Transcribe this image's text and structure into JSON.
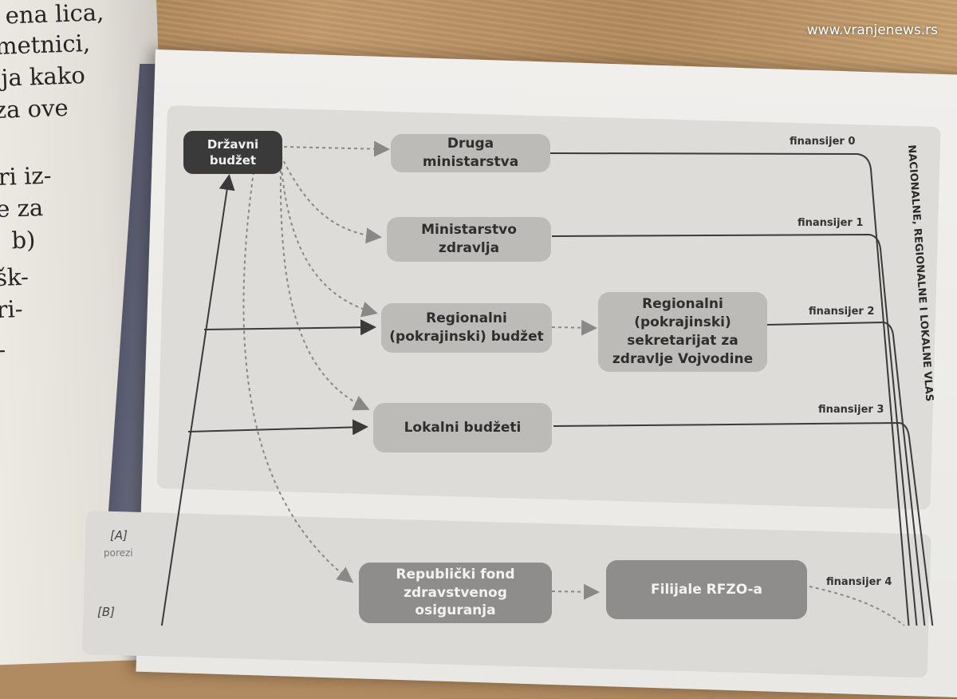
{
  "watermark": "www.vranjenews.rs",
  "left_page": {
    "lines": [
      "ena lica,",
      "metnici,",
      "ja kako",
      "za ove",
      "ri iz-",
      "e za",
      "b)",
      "šk-",
      "ri-",
      "-"
    ]
  },
  "diagram": {
    "source_node": {
      "line1": "Državni",
      "line2": "budžet"
    },
    "nodes": {
      "druga": {
        "label": "Druga ministarstva"
      },
      "ministarstvo": {
        "line1": "Ministarstvo",
        "line2": "zdravlja"
      },
      "regionalni": {
        "line1": "Regionalni",
        "line2": "(pokrajinski) budžet"
      },
      "sekretarijat": {
        "line1": "Regionalni",
        "line2": "(pokrajinski)",
        "line3": "sekretarijat za",
        "line4": "zdravlje Vojvodine"
      },
      "lokalni": {
        "label": "Lokalni budžeti"
      },
      "rfzo": {
        "line1": "Republički fond",
        "line2": "zdravstvenog osiguranja"
      },
      "filijale": {
        "label": "Filijale RFZO-a"
      }
    },
    "financier_labels": [
      "finansijer 0",
      "finansijer 1",
      "finansijer 2",
      "finansijer 3",
      "finansijer 4"
    ],
    "vertical_label": "NACIONALNE, REGIONALNE I LOKALNE VLAS",
    "side_labels": {
      "a": "[A]",
      "a_sub": "porezi",
      "b": "[B]"
    }
  },
  "colors": {
    "node": "#bdbbb8",
    "dark_node": "#3a3a3a",
    "page": "#f0efec",
    "panel": "#dedcd8"
  }
}
